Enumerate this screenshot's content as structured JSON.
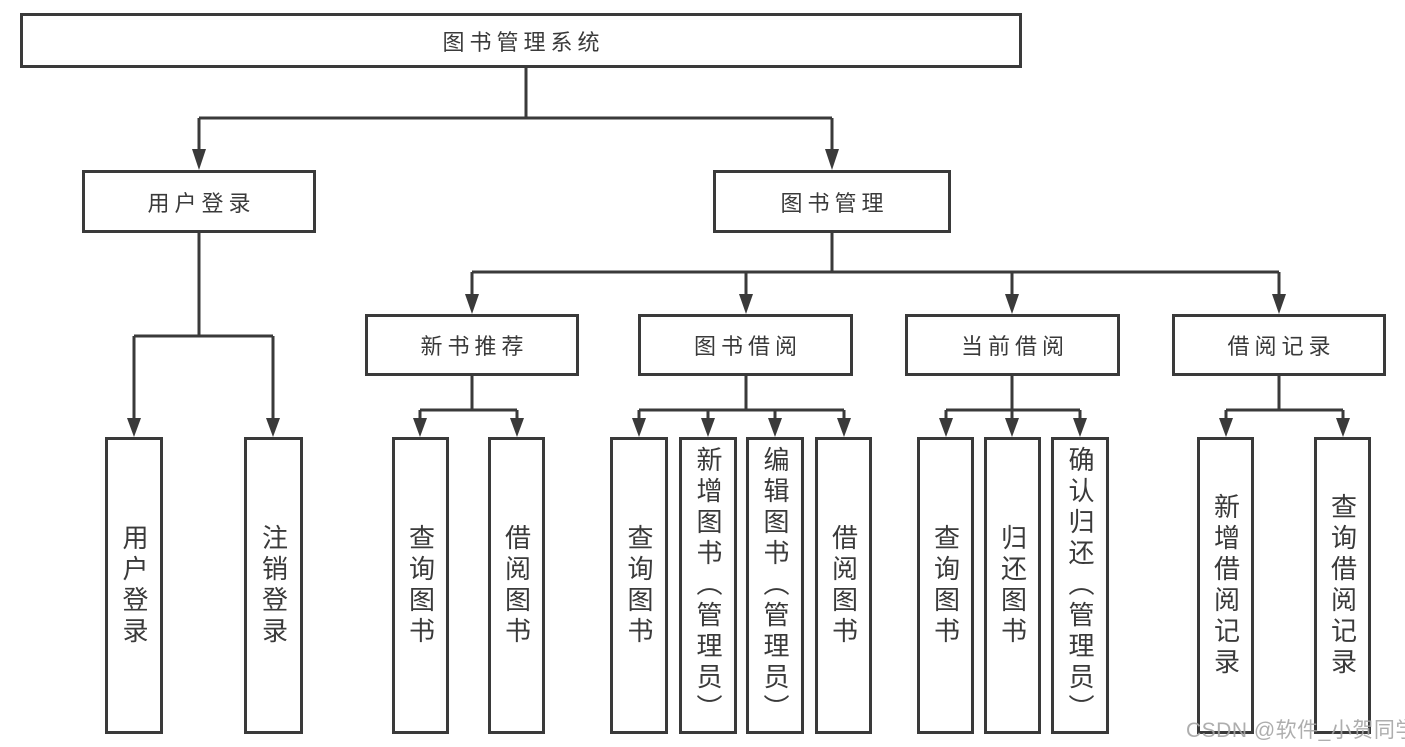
{
  "tree": {
    "root": {
      "label": "图书管理系统"
    },
    "branches": [
      {
        "label": "用户登录",
        "children": [
          {
            "label": "用户登录"
          },
          {
            "label": "注销登录"
          }
        ]
      },
      {
        "label": "图书管理",
        "children": [
          {
            "label": "新书推荐",
            "children": [
              {
                "label": "查询图书"
              },
              {
                "label": "借阅图书"
              }
            ]
          },
          {
            "label": "图书借阅",
            "children": [
              {
                "label": "查询图书"
              },
              {
                "label": "新增图书（管理员）"
              },
              {
                "label": "编辑图书（管理员）"
              },
              {
                "label": "借阅图书"
              }
            ]
          },
          {
            "label": "当前借阅",
            "children": [
              {
                "label": "查询图书"
              },
              {
                "label": "归还图书"
              },
              {
                "label": "确认归还（管理员）"
              }
            ]
          },
          {
            "label": "借阅记录",
            "children": [
              {
                "label": "新增借阅记录"
              },
              {
                "label": "查询借阅记录"
              }
            ]
          }
        ]
      }
    ]
  },
  "watermark": "CSDN @软件_小贺同学",
  "colors": {
    "line": "#3a3a3a",
    "box_border": "#3a3a3a",
    "text": "#3a3a3a",
    "watermark": "#a5a5a5",
    "background": "#ffffff"
  }
}
